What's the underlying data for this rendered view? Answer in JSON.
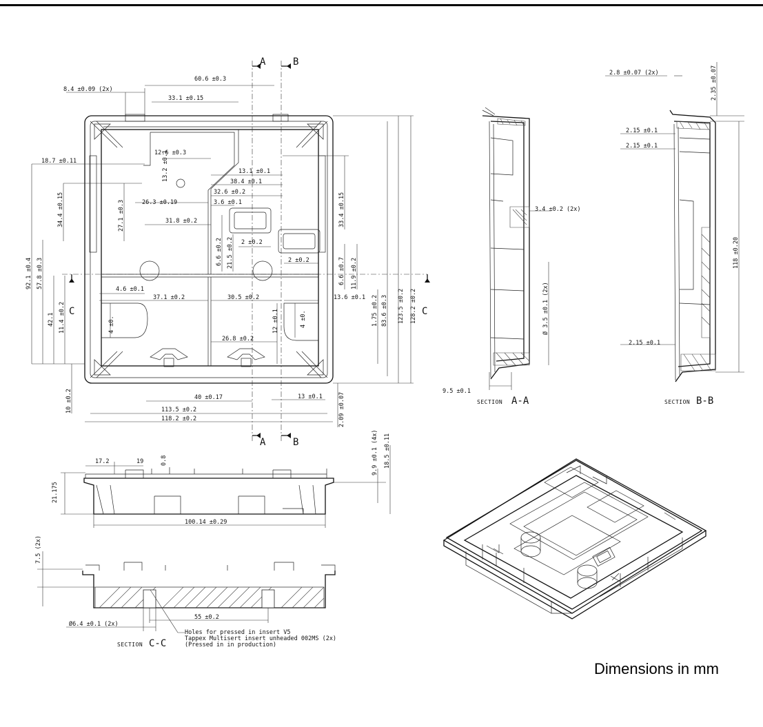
{
  "footer": "Dimensions in mm",
  "section_markers": {
    "a": "A",
    "b": "B",
    "c": "C"
  },
  "section_titles": {
    "aa": "SECTION",
    "aa_letter": "A-A",
    "bb": "SECTION",
    "bb_letter": "B-B",
    "cc": "SECTION",
    "cc_letter": "C-C"
  },
  "top_view_dims": [
    "8.4 ±0.09 (2x)",
    "60.6 ±0.3",
    "33.1 ±0.15",
    "12.6 ±0.3",
    "13.2 ±0.1",
    "18.7 ±0.11",
    "13.1 ±0.1",
    "38.4 ±0.1",
    "32.6 ±0.2",
    "26.3 ±0.19",
    "3.6 ±0.1",
    "31.8 ±0.2",
    "34.4 ±0.15",
    "27.1 ±0.3",
    "6.6 ±0.2",
    "21.5 ±0.2",
    "2 ±0.2",
    "2 ±0.2",
    "33.4 ±0.15",
    "6.6 ±0.7",
    "11.9 ±0.2",
    "92.1 ±0.4",
    "57.8 ±0.3",
    "4.6 ±0.1",
    "37.1 ±0.2",
    "30.5 ±0.2",
    "13.6 ±0.1",
    "42.1",
    "11.4 ±0.2",
    "4 ±0.",
    "4 ±0.",
    "12 ±0.1",
    "1.75 ±0.2",
    "83.6 ±0.3",
    "123.5 ±0.2",
    "128.2 ±0.2",
    "26.8 ±0.2",
    "10 ±0.2",
    "40 ±0.17",
    "13 ±0.1",
    "113.5 ±0.2",
    "118.2 ±0.2",
    "2.09 ±0.07"
  ],
  "section_a_dims": [
    "3.4 ±0.2 (2x)",
    "Ø 3.5 ±0.1 (2x)",
    "9.5 ±0.1"
  ],
  "section_b_dims": [
    "2.8 ±0.07 (2x)",
    "2.35 ±0.07",
    "2.15 ±0.1",
    "2.15 ±0.1",
    "118 ±0.20",
    "2.15 ±0.1"
  ],
  "side_view_dims": [
    "17.2",
    "19",
    "0.8",
    "21.175",
    "9.9 ±0.1 (4x)",
    "18.5 ±0.11",
    "100.14 ±0.29"
  ],
  "section_c_dims": [
    "7.5 (2x)",
    "Ø6.4 ±0.1 (2x)",
    "55 ±0.2"
  ],
  "section_c_note": [
    "Holes for pressed in insert V5",
    "Tappex Multisert insert unheaded 002MS (2x)",
    "(Pressed in in production)"
  ]
}
